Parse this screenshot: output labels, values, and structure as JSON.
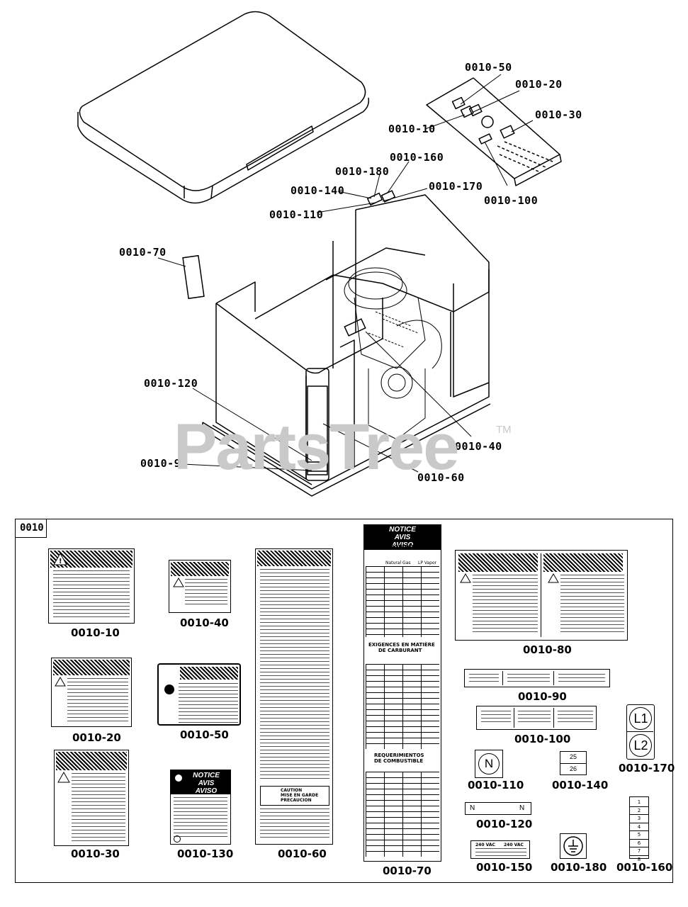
{
  "callouts": {
    "c50": "0010-50",
    "c20": "0010-20",
    "c10": "0010-10",
    "c30": "0010-30",
    "c160": "0010-160",
    "c180": "0010-180",
    "c170": "0010-170",
    "c140": "0010-140",
    "c110": "0010-110",
    "c100": "0010-100",
    "c70": "0010-70",
    "c120": "0010-120",
    "c40": "0010-40",
    "c90": "0010-90",
    "c60": "0010-60"
  },
  "watermark": {
    "text": "PartsTree",
    "tm": "TM"
  },
  "kit": {
    "section": "0010"
  },
  "captions": {
    "c10": "0010-10",
    "c40": "0010-40",
    "c60": "0010-60",
    "c70": "0010-70",
    "c80": "0010-80",
    "c20": "0010-20",
    "c50": "0010-50",
    "c90": "0010-90",
    "c100": "0010-100",
    "c170": "0010-170",
    "c30": "0010-30",
    "c130": "0010-130",
    "c110": "0010-110",
    "c140": "0010-140",
    "c120": "0010-120",
    "c150": "0010-150",
    "c180": "0010-180",
    "c160": "0010-160"
  },
  "decal_text": {
    "notice_header": [
      "NOTICE",
      "AVIS",
      "AVISO"
    ],
    "fuel_title": "FUEL REQUIREMENTS",
    "fuel_title_fr_1": "EXIGENCES EN MATIÈRE",
    "fuel_title_fr_2": "DE CARBURANT",
    "fuel_title_es_1": "REQUERIMIENTOS",
    "fuel_title_es_2": "DE COMBUSTIBLE",
    "natural_gas": "Natural Gas",
    "lp_vapor": "LP Vapor",
    "caution_1": "CAUTION",
    "caution_2": "MISE EN GARDE",
    "caution_3": "PRECAUCION",
    "label_n": "N",
    "label_l1": "L1",
    "label_l2": "L2",
    "label_25": "25",
    "label_26": "26",
    "volt_240": "240 VAC",
    "stack": [
      "1",
      "2",
      "3",
      "4",
      "5",
      "6",
      "7",
      "8"
    ]
  },
  "colors": {
    "ink": "#000000",
    "watermark": "#c9c9c9"
  }
}
